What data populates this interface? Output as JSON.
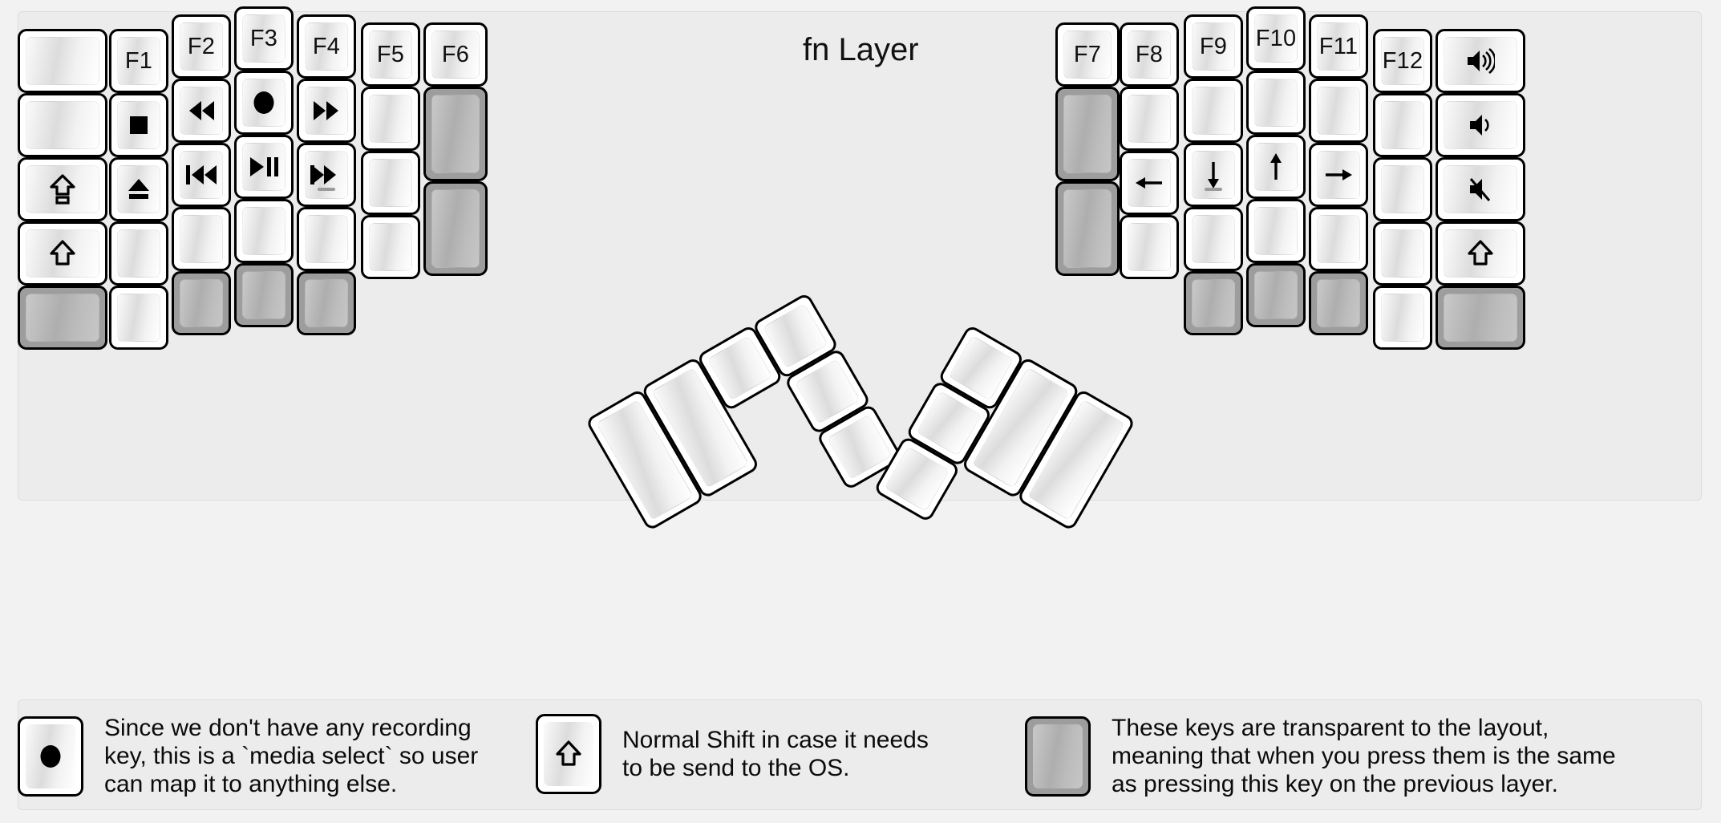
{
  "title": "fn Layer",
  "colors": {
    "background": "#f2f2f2",
    "panel": "#ececec",
    "key_face_light": "#ffffff",
    "key_border": "#000000",
    "transparent_key": "#9d9d9d",
    "label": "#111111"
  },
  "legend": {
    "items": [
      {
        "key_icon": "record-icon",
        "key_label": "",
        "transparent": false,
        "text": "Since we don't have any recording\nkey, this is a `media select` so user\ncan map it to anything else."
      },
      {
        "key_icon": "shift-icon",
        "key_label": "",
        "transparent": false,
        "text": "Normal Shift in case it needs\nto be send to the OS."
      },
      {
        "key_icon": "",
        "key_label": "",
        "transparent": true,
        "text": "These keys are transparent to the layout,\nmeaning that when you press them is the same\nas pressing this key on the previous layer."
      }
    ]
  },
  "keyboard": {
    "left_half": {
      "columns": [
        {
          "name": "pinky-outer-column",
          "keys": [
            {
              "label": "",
              "icon": "",
              "transparent": false
            },
            {
              "label": "",
              "icon": "",
              "transparent": false
            },
            {
              "label": "",
              "icon": "caps-lock-icon",
              "transparent": false
            },
            {
              "label": "",
              "icon": "shift-icon",
              "transparent": false
            },
            {
              "label": "",
              "icon": "",
              "transparent": true
            }
          ]
        },
        {
          "name": "pinky-column",
          "keys": [
            {
              "label": "F1",
              "icon": "",
              "transparent": false
            },
            {
              "label": "",
              "icon": "stop-icon",
              "transparent": false
            },
            {
              "label": "",
              "icon": "eject-icon",
              "transparent": false
            },
            {
              "label": "",
              "icon": "",
              "transparent": false
            },
            {
              "label": "",
              "icon": "",
              "transparent": false
            }
          ]
        },
        {
          "name": "ring-column",
          "keys": [
            {
              "label": "F2",
              "icon": "",
              "transparent": false
            },
            {
              "label": "",
              "icon": "rewind-icon",
              "transparent": false
            },
            {
              "label": "",
              "icon": "previous-track-icon",
              "transparent": false
            },
            {
              "label": "",
              "icon": "",
              "transparent": false
            },
            {
              "label": "",
              "icon": "",
              "transparent": true
            }
          ]
        },
        {
          "name": "middle-column",
          "keys": [
            {
              "label": "F3",
              "icon": "",
              "transparent": false
            },
            {
              "label": "",
              "icon": "record-icon",
              "transparent": false
            },
            {
              "label": "",
              "icon": "play-pause-icon",
              "transparent": false
            },
            {
              "label": "",
              "icon": "",
              "transparent": false
            },
            {
              "label": "",
              "icon": "",
              "transparent": true
            }
          ]
        },
        {
          "name": "index-column",
          "keys": [
            {
              "label": "F4",
              "icon": "",
              "transparent": false
            },
            {
              "label": "",
              "icon": "fast-forward-icon",
              "transparent": false
            },
            {
              "label": "",
              "icon": "next-track-icon",
              "homing": true,
              "transparent": false
            },
            {
              "label": "",
              "icon": "",
              "transparent": false
            },
            {
              "label": "",
              "icon": "",
              "transparent": true
            }
          ]
        },
        {
          "name": "inner-index-column",
          "keys": [
            {
              "label": "F5",
              "icon": "",
              "transparent": false
            },
            {
              "label": "",
              "icon": "",
              "transparent": false
            },
            {
              "label": "",
              "icon": "",
              "transparent": false
            },
            {
              "label": "",
              "icon": "",
              "transparent": false
            }
          ]
        },
        {
          "name": "inner-column",
          "keys": [
            {
              "label": "F6",
              "icon": "",
              "transparent": false
            },
            {
              "label": "",
              "icon": "",
              "transparent": true
            },
            {
              "label": "",
              "icon": "",
              "transparent": true
            }
          ]
        }
      ],
      "thumb_cluster": {
        "name": "left-thumb-cluster",
        "keys": [
          {
            "label": "",
            "icon": "",
            "transparent": false,
            "size": "1u"
          },
          {
            "label": "",
            "icon": "",
            "transparent": false,
            "size": "1u"
          },
          {
            "label": "",
            "icon": "",
            "transparent": false,
            "size": "1u"
          },
          {
            "label": "",
            "icon": "",
            "transparent": false,
            "size": "1u"
          },
          {
            "label": "",
            "icon": "",
            "transparent": false,
            "size": "2u"
          },
          {
            "label": "",
            "icon": "",
            "transparent": false,
            "size": "2u"
          }
        ]
      }
    },
    "right_half": {
      "columns": [
        {
          "name": "inner-column",
          "keys": [
            {
              "label": "F7",
              "icon": "",
              "transparent": false
            },
            {
              "label": "",
              "icon": "",
              "transparent": true
            },
            {
              "label": "",
              "icon": "",
              "transparent": true
            }
          ]
        },
        {
          "name": "inner-index-column",
          "keys": [
            {
              "label": "F8",
              "icon": "",
              "transparent": false
            },
            {
              "label": "",
              "icon": "",
              "transparent": false
            },
            {
              "label": "",
              "icon": "arrow-left-icon",
              "transparent": false
            },
            {
              "label": "",
              "icon": "",
              "transparent": false
            }
          ]
        },
        {
          "name": "index-column",
          "keys": [
            {
              "label": "F9",
              "icon": "",
              "transparent": false
            },
            {
              "label": "",
              "icon": "",
              "transparent": false
            },
            {
              "label": "",
              "icon": "arrow-down-icon",
              "homing": true,
              "transparent": false
            },
            {
              "label": "",
              "icon": "",
              "transparent": false
            },
            {
              "label": "",
              "icon": "",
              "transparent": true
            }
          ]
        },
        {
          "name": "middle-column",
          "keys": [
            {
              "label": "F10",
              "icon": "",
              "transparent": false
            },
            {
              "label": "",
              "icon": "",
              "transparent": false
            },
            {
              "label": "",
              "icon": "arrow-up-icon",
              "transparent": false
            },
            {
              "label": "",
              "icon": "",
              "transparent": false
            },
            {
              "label": "",
              "icon": "",
              "transparent": true
            }
          ]
        },
        {
          "name": "ring-column",
          "keys": [
            {
              "label": "F11",
              "icon": "",
              "transparent": false
            },
            {
              "label": "",
              "icon": "",
              "transparent": false
            },
            {
              "label": "",
              "icon": "arrow-right-icon",
              "transparent": false
            },
            {
              "label": "",
              "icon": "",
              "transparent": false
            },
            {
              "label": "",
              "icon": "",
              "transparent": true
            }
          ]
        },
        {
          "name": "pinky-column",
          "keys": [
            {
              "label": "F12",
              "icon": "",
              "transparent": false
            },
            {
              "label": "",
              "icon": "",
              "transparent": false
            },
            {
              "label": "",
              "icon": "",
              "transparent": false
            },
            {
              "label": "",
              "icon": "",
              "transparent": false
            },
            {
              "label": "",
              "icon": "",
              "transparent": false
            }
          ]
        },
        {
          "name": "pinky-outer-column",
          "keys": [
            {
              "label": "",
              "icon": "volume-up-icon",
              "transparent": false
            },
            {
              "label": "",
              "icon": "volume-down-icon",
              "transparent": false
            },
            {
              "label": "",
              "icon": "volume-mute-icon",
              "transparent": false
            },
            {
              "label": "",
              "icon": "shift-icon",
              "transparent": false
            },
            {
              "label": "",
              "icon": "",
              "transparent": true
            }
          ]
        }
      ],
      "thumb_cluster": {
        "name": "right-thumb-cluster",
        "keys": [
          {
            "label": "",
            "icon": "",
            "transparent": false,
            "size": "1u"
          },
          {
            "label": "",
            "icon": "",
            "transparent": false,
            "size": "1u"
          },
          {
            "label": "",
            "icon": "",
            "transparent": false,
            "size": "1u"
          },
          {
            "label": "",
            "icon": "",
            "transparent": false,
            "size": "1u"
          },
          {
            "label": "",
            "icon": "",
            "transparent": false,
            "size": "2u"
          },
          {
            "label": "",
            "icon": "",
            "transparent": false,
            "size": "2u"
          }
        ]
      }
    }
  }
}
